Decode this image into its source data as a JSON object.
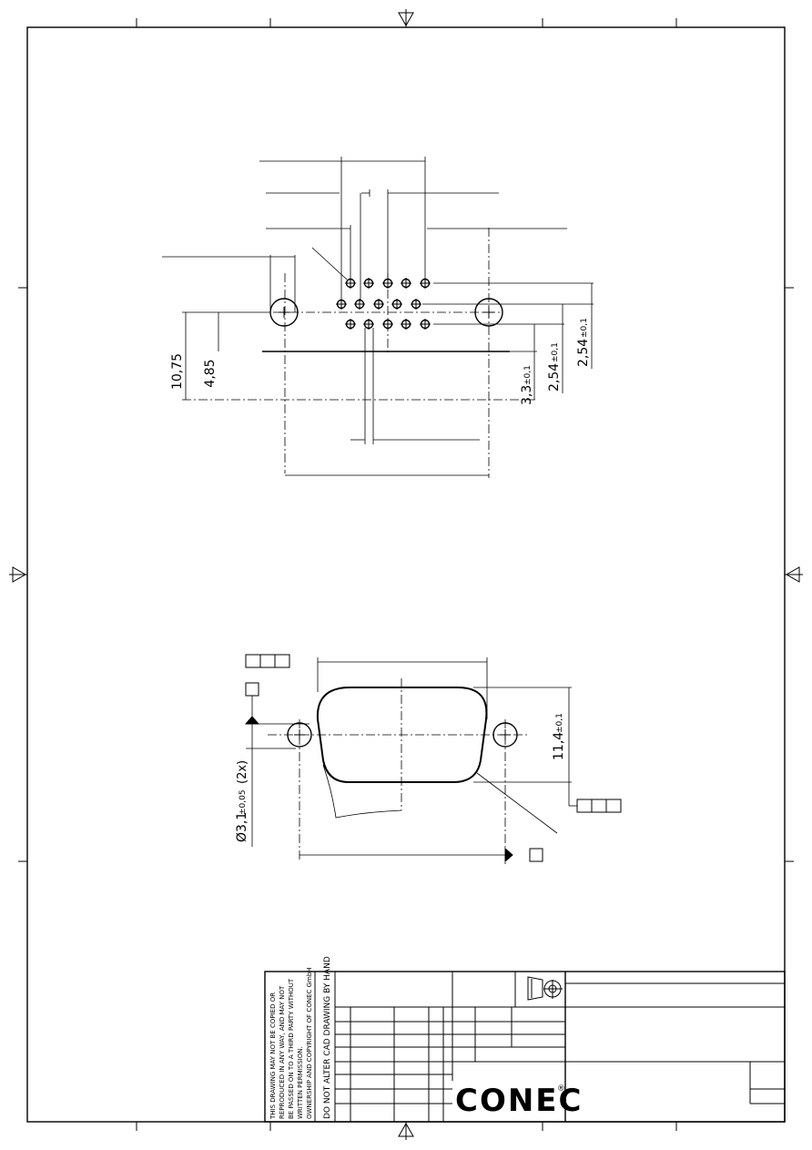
{
  "dimensions": {
    "dim_10_75": "10,75",
    "dim_4_85": "4,85",
    "dim_3_3": "3,3",
    "dim_3_3_tol": "±0,1",
    "dim_2_54_a": "2,54",
    "dim_2_54_a_tol": "±0,1",
    "dim_2_54_b": "2,54",
    "dim_2_54_b_tol": "±0,1",
    "dim_11_4": "11,4",
    "dim_11_4_tol": "±0,1",
    "dim_hole_diameter": "Ø3,1",
    "dim_hole_tol": "±0,05",
    "dim_hole_count": "(2x)"
  },
  "title_block": {
    "copyright_lines": [
      "THIS DRAWING MAY NOT BE COPIED OR",
      "REPRODUCED IN ANY WAY, AND MAY NOT",
      "BE PASSED ON TO A THIRD PARTY WITHOUT",
      "WRITTEN PERMISSION.",
      "OWNERSHIP AND COPYRIGHT OF CONEC GmbH"
    ],
    "cad_notice": "DO NOT ALTER CAD DRAWING BY HAND",
    "logo_text": "CONEC",
    "logo_mark": "®",
    "projection_symbol": "first-angle-projection-icon"
  }
}
